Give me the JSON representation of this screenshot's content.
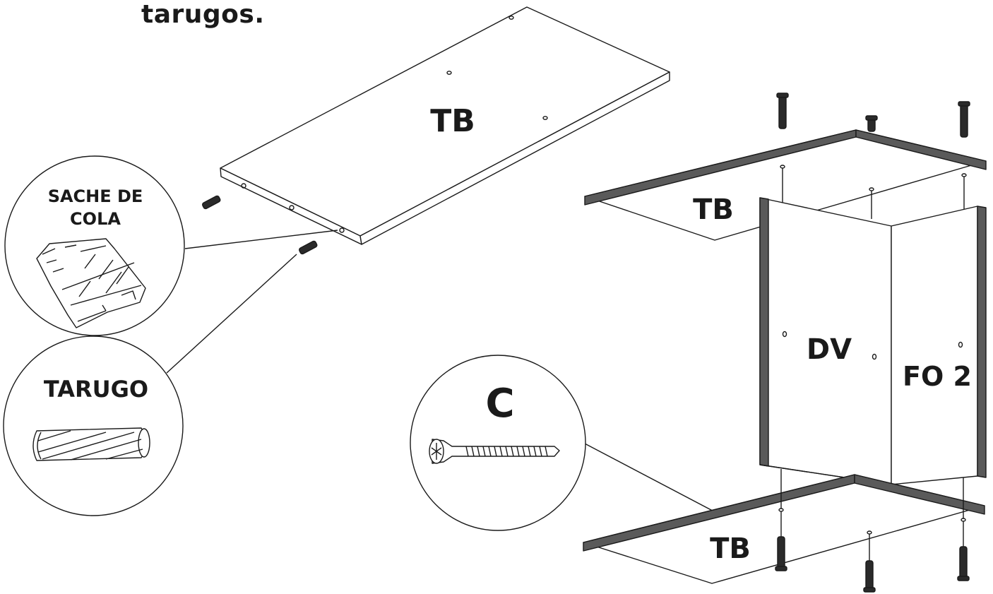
{
  "heading": "tarugos.",
  "labels": {
    "panel_top_single": "TB",
    "panel_top_assembly": "TB",
    "panel_bottom_assembly": "TB",
    "divider": "DV",
    "back": "FO 2",
    "screw_callout": "C",
    "glue_line1": "SACHE DE",
    "glue_line2": "COLA",
    "dowel": "TARUGO"
  },
  "colors": {
    "ink": "#1a1a1a",
    "edge_band": "#5a5a5a"
  }
}
